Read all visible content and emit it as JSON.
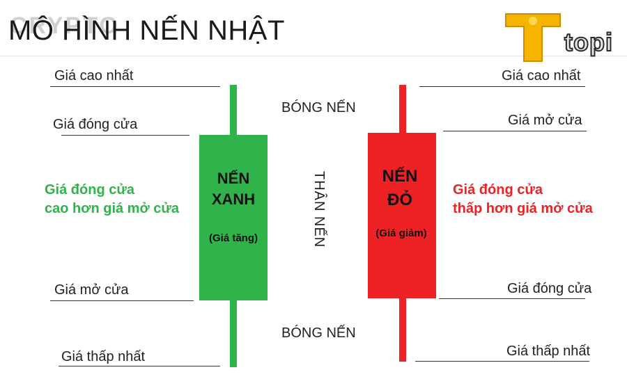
{
  "title": "MÔ HÌNH NẾN NHẬT",
  "watermark": "CRYPTO",
  "logo": {
    "text": "topi",
    "icon": "topi-logo-icon",
    "color": "#f5b400"
  },
  "colors": {
    "green": "#2fb34a",
    "red": "#ee2124"
  },
  "green_candle": {
    "labels": {
      "high": "Giá cao nhất",
      "close": "Giá đóng cửa",
      "open": "Giá mở cửa",
      "low": "Giá thấp nhất"
    },
    "name_line1": "NẾN",
    "name_line2": "XANH",
    "sub": "(Giá tăng)",
    "desc_line1": "Giá đóng cửa",
    "desc_line2": "cao hơn giá mở cửa"
  },
  "red_candle": {
    "labels": {
      "high": "Giá cao nhất",
      "open": "Giá mở cửa",
      "close": "Giá đóng cửa",
      "low": "Giá thấp nhất"
    },
    "name_line1": "NẾN",
    "name_line2": "ĐỎ",
    "sub": "(Giá giảm)",
    "desc_line1": "Giá đóng cửa",
    "desc_line2": "thấp hơn giá mở cửa"
  },
  "middle": {
    "shadow_top": "BÓNG NẾN",
    "body": "THÂN NẾN",
    "shadow_bottom": "BÓNG NẾN"
  }
}
